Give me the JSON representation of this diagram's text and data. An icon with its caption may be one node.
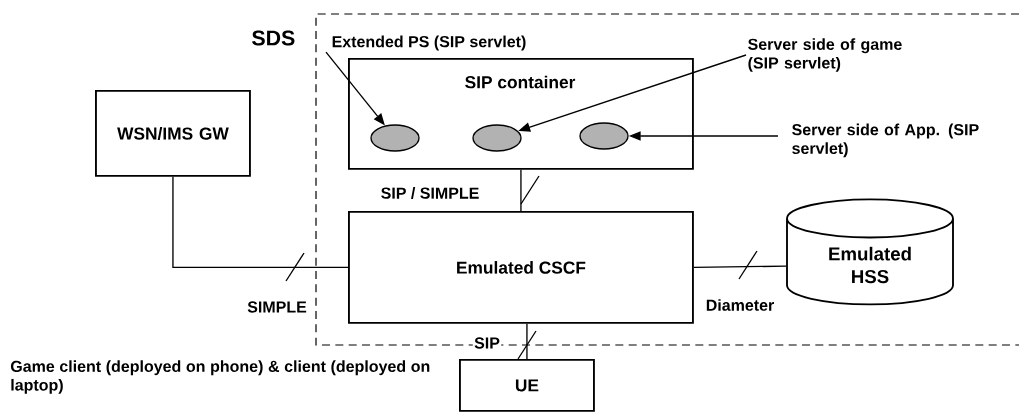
{
  "diagram": {
    "nodes": [
      {
        "text": [
          "SDS"
        ]
      },
      {
        "text": [
          "SIP container"
        ],
        "in": 0
      },
      {
        "text": [],
        "shape": "ellipse",
        "in": 1
      },
      {
        "text": [],
        "shape": "ellipse",
        "in": 1
      },
      {
        "text": [],
        "shape": "ellipse",
        "in": 1
      },
      {
        "text": [
          "Extended PS (SIP servlet)"
        ],
        "in": 0
      },
      {
        "text": [
          "Server side of game (SIP servlet)"
        ],
        "in": 0
      },
      {
        "text": [
          "Server side of App. (SIP servlet)"
        ],
        "in": 0
      },
      {
        "text": [
          "WSN/IMS GW"
        ]
      },
      {
        "text": [
          "Emulated CSCF"
        ],
        "in": 0
      },
      {
        "text": [
          "Emulated HSS"
        ],
        "in": 0
      },
      {
        "text": [
          "UE"
        ]
      }
    ],
    "edges": [
      {
        "from": 5,
        "to": 2,
        "arrow": "to"
      },
      {
        "from": 6,
        "to": 3,
        "arrow": "to"
      },
      {
        "from": 7,
        "to": 4,
        "arrow": "to"
      },
      {
        "from": 1,
        "to": 9,
        "arrow": "none",
        "label": "SIP / SIMPLE"
      },
      {
        "from": 8,
        "to": 9,
        "arrow": "none",
        "label": "SIMPLE"
      },
      {
        "from": 9,
        "to": 10,
        "arrow": "none",
        "label": "Diameter"
      },
      {
        "from": 9,
        "to": 11,
        "arrow": "none",
        "label": "SIP"
      }
    ],
    "labels": [
      "Game client (deployed on phone) & client (deployed on laptop)"
    ]
  }
}
